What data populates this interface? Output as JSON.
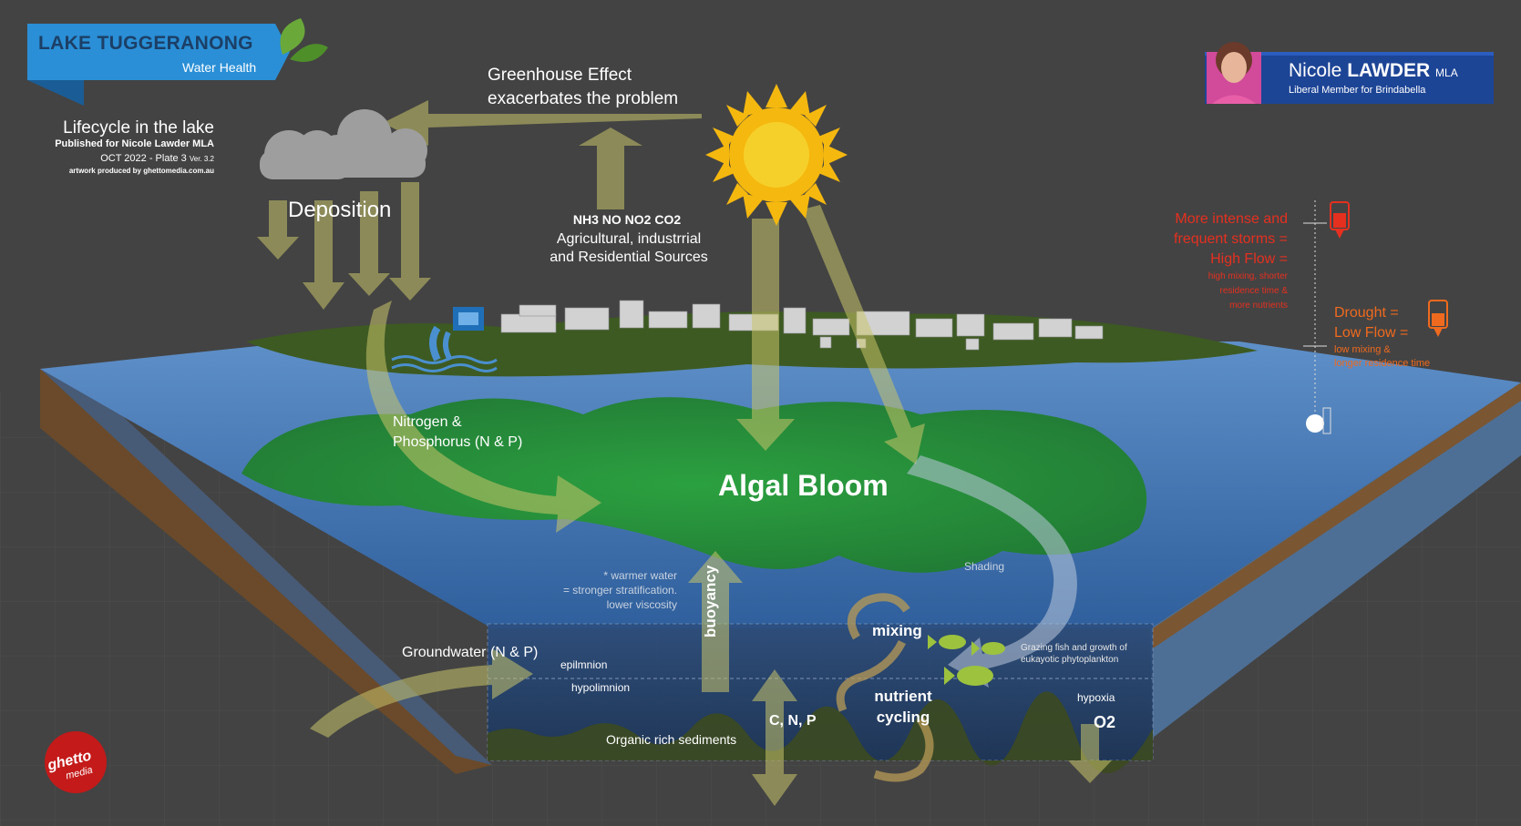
{
  "header": {
    "title": "LAKE TUGGERANONG",
    "subtitle": "Water Health",
    "lifecycle_title": "Lifecycle in the lake",
    "published": "Published for Nicole Lawder MLA",
    "plate": "OCT 2022 - Plate 3",
    "version": "Ver. 3.2",
    "artwork": "artwork produced by ghettomedia.com.au"
  },
  "labels": {
    "greenhouse_line1": "Greenhouse Effect",
    "greenhouse_line2": "exacerbates the problem",
    "deposition": "Deposition",
    "chemicals": "NH3 NO NO2 CO2",
    "sources_line1": "Agricultural, industrrial",
    "sources_line2": "and Residential Sources",
    "nitrogen_line1": "Nitrogen &",
    "nitrogen_line2": "Phosphorus (N & P)",
    "algal_bloom": "Algal Bloom",
    "warmer_line1": "* warmer water",
    "warmer_line2": "= stronger stratification.",
    "warmer_line3": "lower viscosity",
    "shading": "Shading",
    "buoyancy": "buoyancy",
    "mixing": "mixing",
    "grazing_line1": "Grazing fish and growth of",
    "grazing_line2": "eukayotic phytoplankton",
    "groundwater": "Groundwater (N & P)",
    "epilimnion": "epilmnion",
    "hypolimnion": "hypolimnion",
    "hypoxia": "hypoxia",
    "nutrient_line1": "nutrient",
    "nutrient_line2": "cycling",
    "cnp": "C, N, P",
    "o2": "O2",
    "sediments": "Organic rich sediments"
  },
  "flow": {
    "storms_line1": "More intense and",
    "storms_line2": "frequent storms =",
    "storms_line3": "High Flow =",
    "storms_note1": "high mixing, shorter",
    "storms_note2": "residence time &",
    "storms_note3": "more nutrients",
    "drought_line1": "Drought =",
    "drought_line2": "Low Flow =",
    "drought_note1": "low mixing &",
    "drought_note2": "longer residence time",
    "high_color": "#e53020",
    "low_color": "#ef6a1e"
  },
  "member": {
    "first_name": "Nicole",
    "last_name": "LAWDER",
    "suffix": "MLA",
    "role": "Liberal Member for Brindabella"
  },
  "logo": {
    "line1": "ghetto",
    "line2": "media"
  },
  "colors": {
    "background": "#434343",
    "water": "#3c6fae",
    "algae": "#2f9a3a",
    "arrow": "#c8c46a",
    "sun": "#f5b80f",
    "banner": "#2a8fd6"
  }
}
